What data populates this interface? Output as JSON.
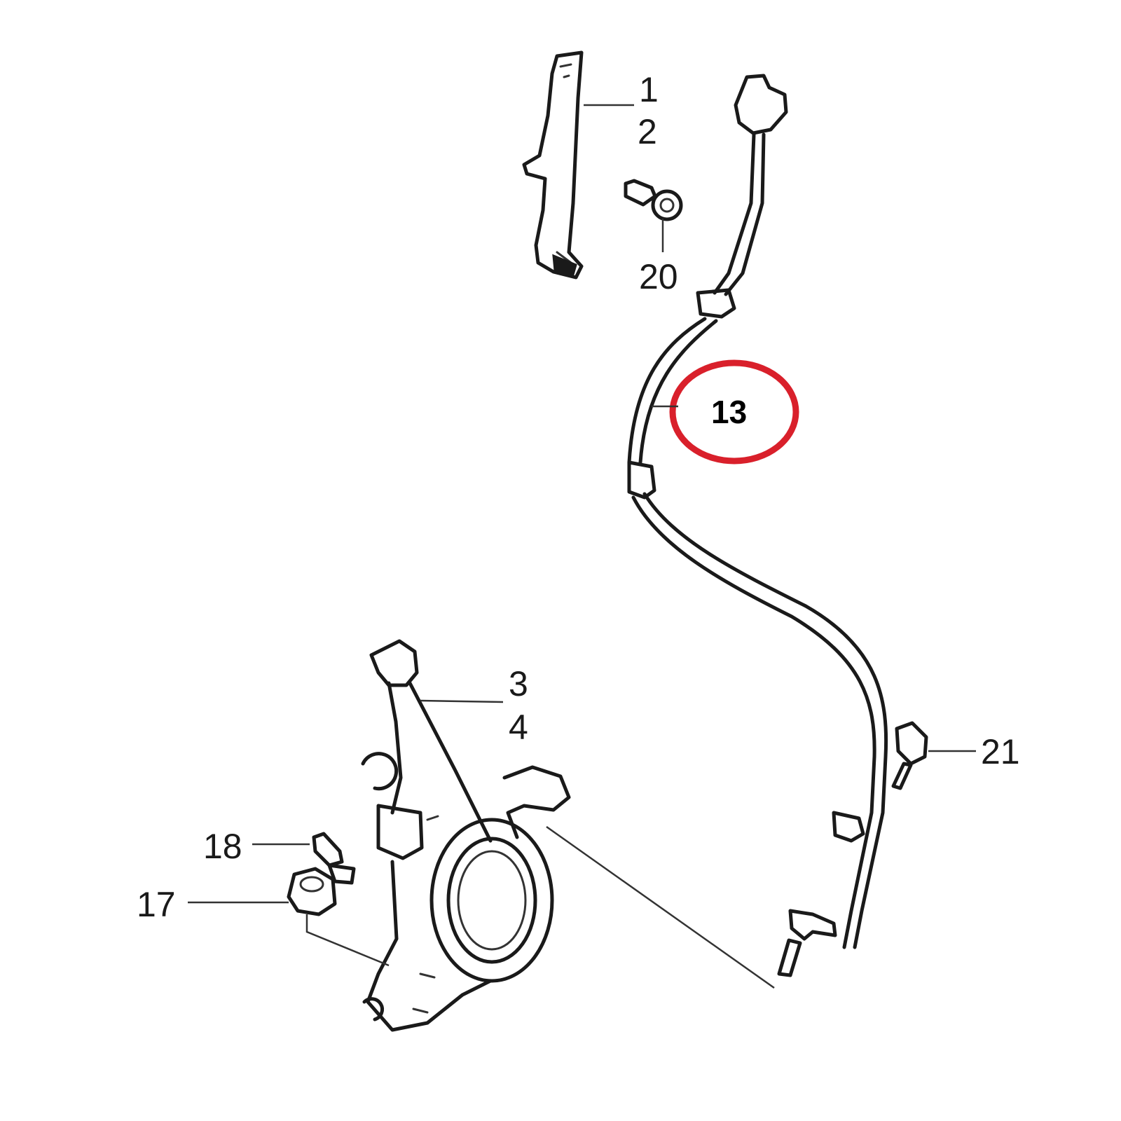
{
  "callouts": {
    "c1": "1",
    "c2": "2",
    "c3": "3",
    "c4": "4",
    "c13": "13",
    "c17": "17",
    "c18": "18",
    "c20": "20",
    "c21": "21"
  },
  "highlight": {
    "callout": "13",
    "color": "#d9202b"
  }
}
